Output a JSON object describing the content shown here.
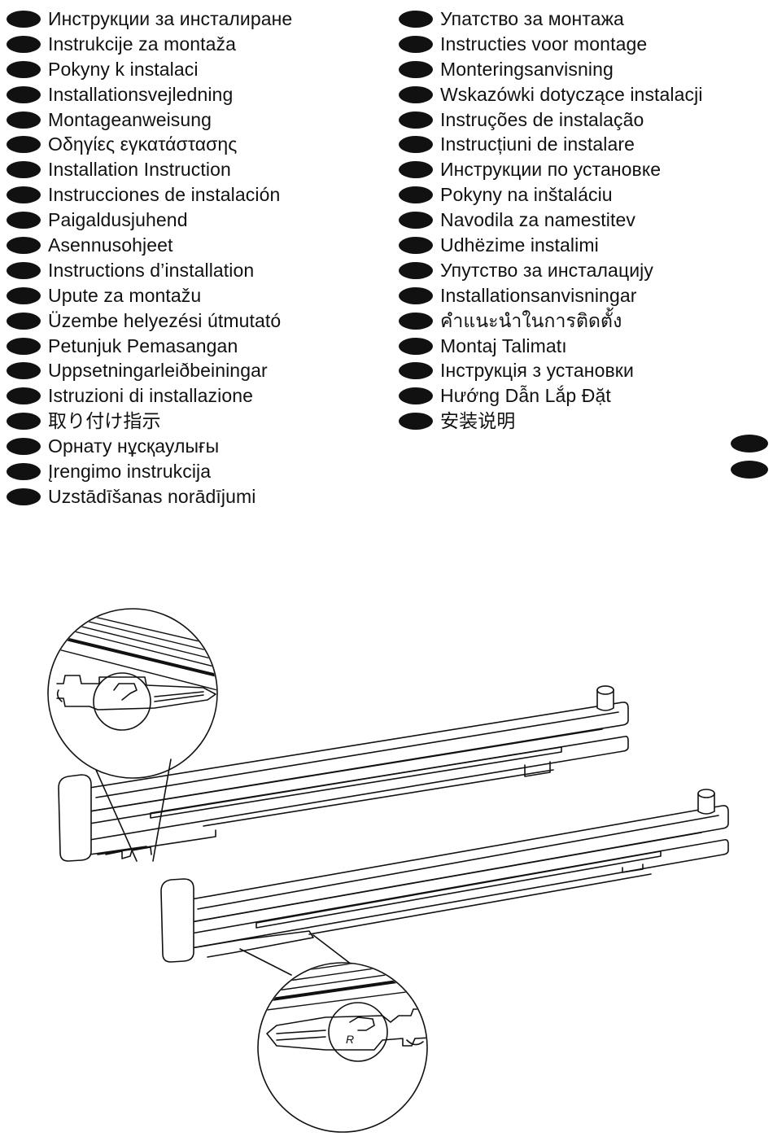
{
  "languages_left": [
    "Инструкции за инсталиране",
    "Instrukcije za montaža",
    "Pokyny k instalaci",
    "Installationsvejledning",
    "Montageanweisung",
    "Οδηγίες εγκατάστασης",
    "Installation Instruction",
    "Instrucciones de instalación",
    "Paigaldusjuhend",
    "Asennusohjeet",
    "Instructions d’installation",
    "Upute za montažu",
    "Üzembe helyezési útmutató",
    "Petunjuk Pemasangan",
    "Uppsetningarleiðbeiningar",
    "Istruzioni di installazione",
    "取り付け指示",
    "Орнату нұсқаулығы",
    "Įrengimo instrukcija",
    "Uzstādīšanas norādījumi"
  ],
  "languages_right": [
    "Упатство за монтажа",
    "Instructies voor montage",
    "Monteringsanvisning",
    "Wskazówki dotyczące instalacji",
    "Instruções de instalação",
    "Instrucțiuni de instalare",
    "Инструкции по установке",
    "Pokyny na inštaláciu",
    "Navodila za namestitev",
    "Udhëzime instalimi",
    "Упутство за инсталацију",
    "Installationsanvisningar",
    "คำแนะนำในการติดตั้ง",
    "Montaj Talimatı",
    "Інструкція з установки",
    "Hướng Dẫn Lắp Đặt",
    "安装说明"
  ],
  "illustration": {
    "subject": "telescopic-oven-runners-installation",
    "side_marks": "R"
  },
  "colors": {
    "ink": "#111111",
    "paper": "#ffffff"
  }
}
